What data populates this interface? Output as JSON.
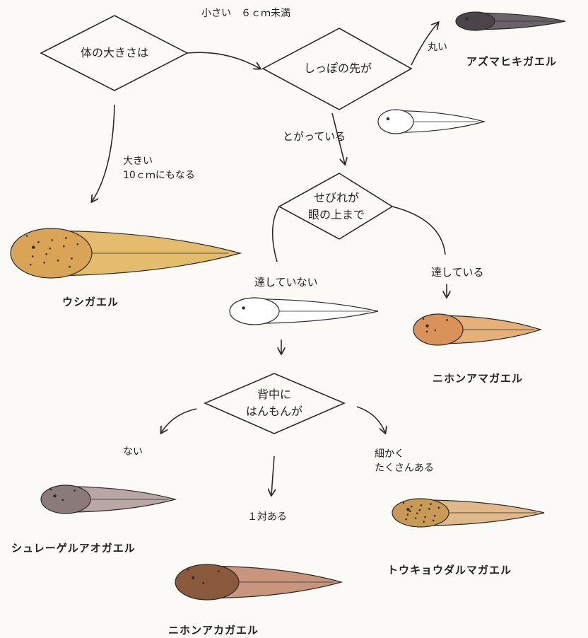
{
  "nodes": {
    "size": "体の大きさは",
    "tail_tip": "しっぽの先が",
    "fin_l1": "せびれが",
    "fin_l2": "眼の上まで",
    "back_l1": "背中に",
    "back_l2": "はんもんが"
  },
  "edges": {
    "small": "小さい　６ｃｍ未満",
    "big_l1": "大きい",
    "big_l2": "10ｃｍにもなる",
    "round": "丸い",
    "pointed": "とがっている",
    "reaches": "達している",
    "not_reach": "達していない",
    "none": "ない",
    "one_pair": "１対ある",
    "many_l1": "細かく",
    "many_l2": "たくさんある"
  },
  "species": {
    "azuma": "アズマヒキガエル",
    "ushi": "ウシガエル",
    "nihon_ama": "ニホンアマガエル",
    "schlegel": "シュレーゲルアオガエル",
    "nihon_aka": "ニホンアカガエル",
    "tokyo_daruma": "トウキョウダルマガエル"
  },
  "colors": {
    "ink": "#2b2b2b",
    "azuma_body": "#4a4548",
    "ushi_body": "#d9a455",
    "nihon_ama_body": "#d9935a",
    "schlegel_body": "#8a7b7a",
    "nihon_aka_body": "#8b5a3c",
    "tokyo_daruma_body": "#c99a55"
  }
}
